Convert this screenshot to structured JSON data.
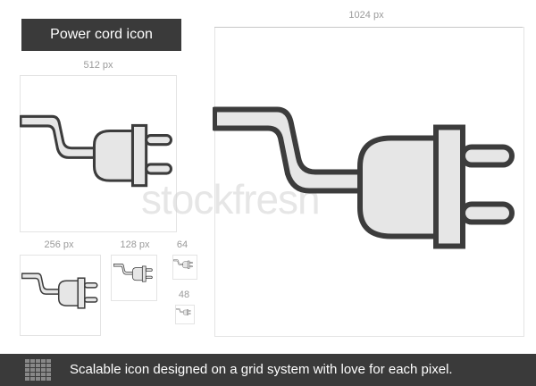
{
  "title": "Power cord icon",
  "watermark": "stockfresh",
  "dimensions": {
    "d1024": "1024 px",
    "d512": "512 px",
    "d256": "256 px",
    "d128": "128 px",
    "d64": "64",
    "d48": "48"
  },
  "footer": {
    "text": "Scalable icon designed on a grid system with love for each pixel."
  },
  "colors": {
    "dark_bar": "#3a3a3a",
    "icon_stroke": "#3c3c3c",
    "icon_fill": "#e6e6e6"
  }
}
